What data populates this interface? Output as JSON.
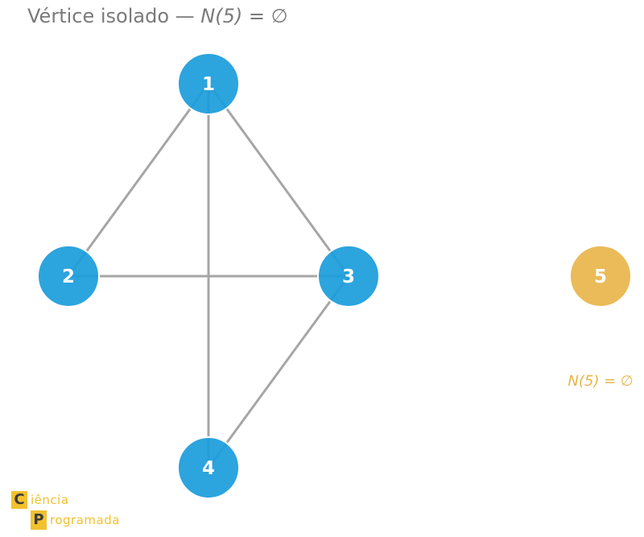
{
  "title": {
    "prefix": "Vértice isolado — ",
    "math": "N(5) = ∅"
  },
  "graph": {
    "nodes": [
      {
        "id": "1",
        "label": "1",
        "color": "#1a9cdb"
      },
      {
        "id": "2",
        "label": "2",
        "color": "#1a9cdb"
      },
      {
        "id": "3",
        "label": "3",
        "color": "#1a9cdb"
      },
      {
        "id": "4",
        "label": "4",
        "color": "#1a9cdb"
      },
      {
        "id": "5",
        "label": "5",
        "color": "#e8b54a"
      }
    ],
    "edges": [
      [
        "1",
        "2"
      ],
      [
        "1",
        "3"
      ],
      [
        "1",
        "4"
      ],
      [
        "2",
        "3"
      ],
      [
        "3",
        "4"
      ]
    ],
    "edge_color": "#a6a6a6",
    "isolated_annotation": {
      "text": "N(5) = ∅",
      "color": "#e8b54a"
    }
  },
  "logo": {
    "line1_letter": "C",
    "line1_rest": "iência",
    "line2_letter": "P",
    "line2_rest": "rogramada",
    "color": "#f2c12e"
  }
}
